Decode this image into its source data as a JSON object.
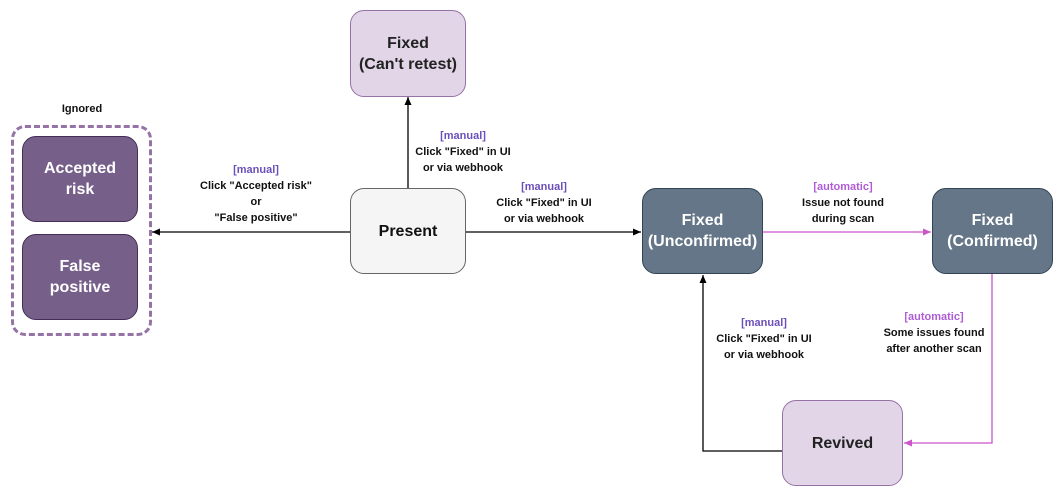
{
  "group": {
    "label": "Ignored"
  },
  "nodes": {
    "fixed_cant_retest": {
      "line1": "Fixed",
      "line2": "(Can't retest)"
    },
    "present": {
      "line1": "Present"
    },
    "accepted_risk": {
      "line1": "Accepted",
      "line2": "risk"
    },
    "false_positive": {
      "line1": "False",
      "line2": "positive"
    },
    "fixed_unconfirmed": {
      "line1": "Fixed",
      "line2": "(Unconfirmed)"
    },
    "fixed_confirmed": {
      "line1": "Fixed",
      "line2": "(Confirmed)"
    },
    "revived": {
      "line1": "Revived"
    }
  },
  "edges": {
    "present_to_cant_retest": {
      "tag": "[manual]",
      "line1": "Click \"Fixed\" in UI",
      "line2": "or via webhook"
    },
    "present_to_ignored": {
      "tag": "[manual]",
      "line1": "Click \"Accepted risk\"",
      "line2": "or",
      "line3": "\"False positive\""
    },
    "present_to_unconfirmed": {
      "tag": "[manual]",
      "line1": "Click \"Fixed\" in UI",
      "line2": "or via webhook"
    },
    "unconfirmed_to_confirmed": {
      "tag": "[automatic]",
      "line1": "Issue not found",
      "line2": "during scan"
    },
    "confirmed_to_revived": {
      "tag": "[automatic]",
      "line1": "Some issues found",
      "line2": "after another scan"
    },
    "revived_to_unconfirmed": {
      "tag": "[manual]",
      "line1": "Click \"Fixed\" in UI",
      "line2": "or via webhook"
    }
  },
  "colors": {
    "manual_edge": "#000000",
    "automatic_edge": "#cc55cc",
    "manual_tag": "#6b4fbb",
    "automatic_tag": "#b05cd6"
  }
}
